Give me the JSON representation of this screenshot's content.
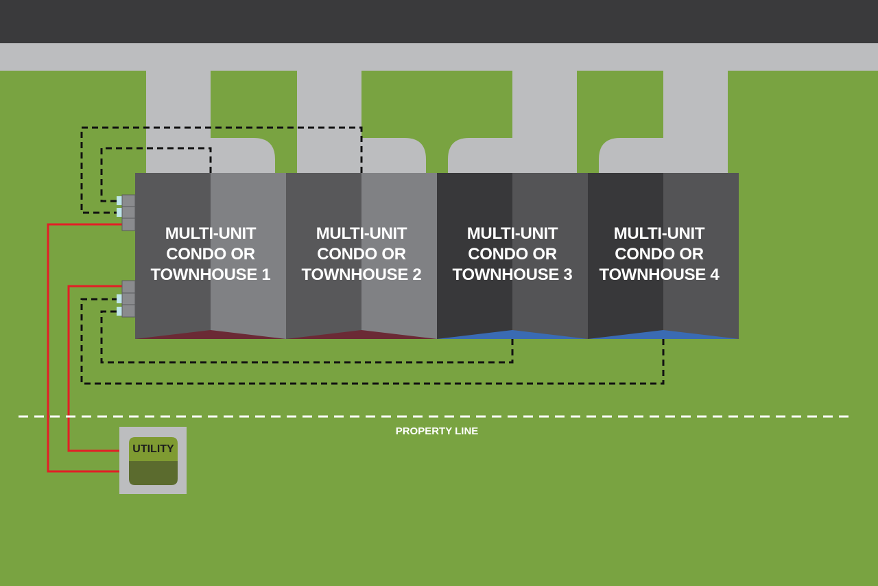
{
  "units": [
    {
      "label": "MULTI-UNIT\nCONDO OR\nTOWNHOUSE 1"
    },
    {
      "label": "MULTI-UNIT\nCONDO OR\nTOWNHOUSE 2"
    },
    {
      "label": "MULTI-UNIT\nCONDO OR\nTOWNHOUSE 3"
    },
    {
      "label": "MULTI-UNIT\nCONDO OR\nTOWNHOUSE 4"
    }
  ],
  "property_line_label": "PROPERTY LINE",
  "utility_label": "UTILITY",
  "colors": {
    "grass": "#79a341",
    "road": "#3a3a3c",
    "pavement": "#bcbdbf",
    "power_line": "#e21f26",
    "comm_line": "#111111",
    "meter": "#bfe6ea",
    "accent_units_1_2": "#6b2a35",
    "accent_units_3_4": "#3a6bb3",
    "utility_top": "#7f9b32",
    "utility_bottom": "#5b6b2e"
  }
}
